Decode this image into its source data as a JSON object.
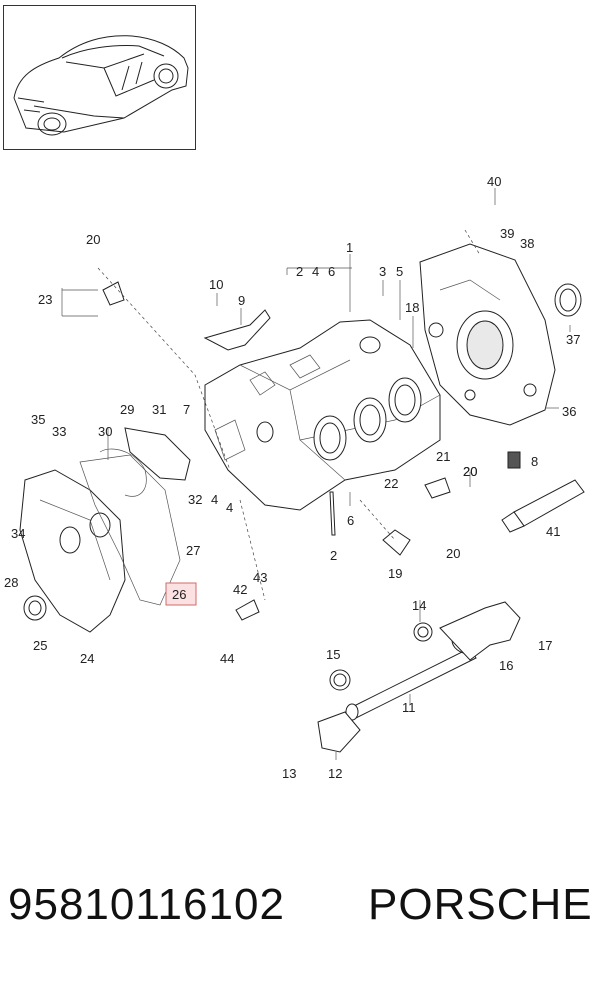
{
  "footer": {
    "part_number": "95810116102",
    "brand": "PORSCHE"
  },
  "highlight_callout": "26",
  "callouts": [
    {
      "id": "c1",
      "label": "1"
    },
    {
      "id": "c2a",
      "label": "2"
    },
    {
      "id": "c4a",
      "label": "4"
    },
    {
      "id": "c6a",
      "label": "6"
    },
    {
      "id": "c3",
      "label": "3"
    },
    {
      "id": "c5",
      "label": "5"
    },
    {
      "id": "c18",
      "label": "18"
    },
    {
      "id": "c40",
      "label": "40"
    },
    {
      "id": "c39",
      "label": "39"
    },
    {
      "id": "c38",
      "label": "38"
    },
    {
      "id": "c37",
      "label": "37"
    },
    {
      "id": "c36",
      "label": "36"
    },
    {
      "id": "c8",
      "label": "8"
    },
    {
      "id": "c20a",
      "label": "20"
    },
    {
      "id": "c23",
      "label": "23"
    },
    {
      "id": "c10",
      "label": "10"
    },
    {
      "id": "c9",
      "label": "9"
    },
    {
      "id": "c7",
      "label": "7"
    },
    {
      "id": "c29",
      "label": "29"
    },
    {
      "id": "c31",
      "label": "31"
    },
    {
      "id": "c30",
      "label": "30"
    },
    {
      "id": "c35",
      "label": "35"
    },
    {
      "id": "c33",
      "label": "33"
    },
    {
      "id": "c34",
      "label": "34"
    },
    {
      "id": "c32",
      "label": "32"
    },
    {
      "id": "c4b",
      "label": "4"
    },
    {
      "id": "c4c",
      "label": "4"
    },
    {
      "id": "c27",
      "label": "27"
    },
    {
      "id": "c28",
      "label": "28"
    },
    {
      "id": "c25",
      "label": "25"
    },
    {
      "id": "c24",
      "label": "24"
    },
    {
      "id": "c42",
      "label": "42"
    },
    {
      "id": "c43",
      "label": "43"
    },
    {
      "id": "c44",
      "label": "44"
    },
    {
      "id": "c6b",
      "label": "6"
    },
    {
      "id": "c2b",
      "label": "2"
    },
    {
      "id": "c21",
      "label": "21"
    },
    {
      "id": "c22",
      "label": "22"
    },
    {
      "id": "c20b",
      "label": "20"
    },
    {
      "id": "c20c",
      "label": "20"
    },
    {
      "id": "c19",
      "label": "19"
    },
    {
      "id": "c41",
      "label": "41"
    },
    {
      "id": "c14",
      "label": "14"
    },
    {
      "id": "c16",
      "label": "16"
    },
    {
      "id": "c17",
      "label": "17"
    },
    {
      "id": "c15",
      "label": "15"
    },
    {
      "id": "c11",
      "label": "11"
    },
    {
      "id": "c13",
      "label": "13"
    },
    {
      "id": "c12",
      "label": "12"
    }
  ]
}
